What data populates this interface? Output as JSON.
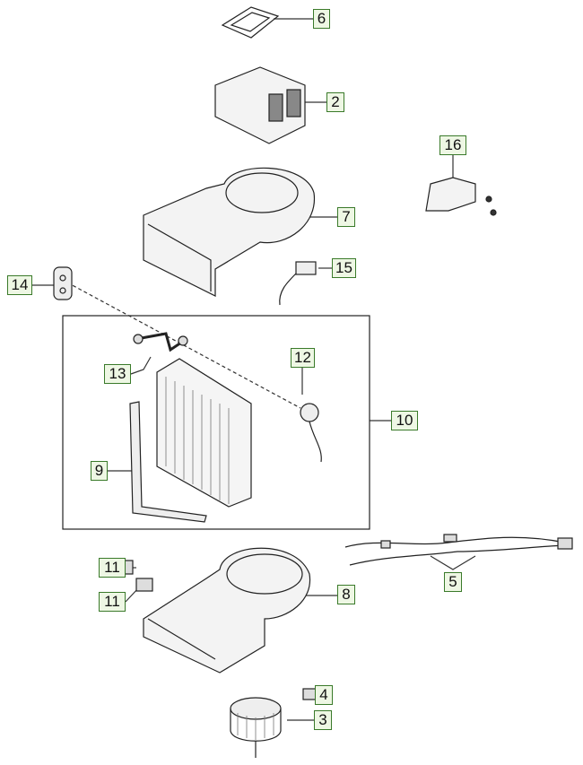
{
  "diagram": {
    "label_border_color": "#3a7a2a",
    "label_fill_color": "#eef7e4",
    "callouts": [
      {
        "id": "6",
        "part": "gasket"
      },
      {
        "id": "2",
        "part": "intake-case"
      },
      {
        "id": "16",
        "part": "bracket-with-screws"
      },
      {
        "id": "7",
        "part": "upper-blower-case"
      },
      {
        "id": "15",
        "part": "sensor"
      },
      {
        "id": "14",
        "part": "grommet"
      },
      {
        "id": "12",
        "part": "thermo-sensor"
      },
      {
        "id": "13",
        "part": "expansion-valve-pipe"
      },
      {
        "id": "10",
        "part": "evaporator-assembly"
      },
      {
        "id": "9",
        "part": "seal"
      },
      {
        "id": "11",
        "part": "relay-a"
      },
      {
        "id": "11",
        "part": "relay-b"
      },
      {
        "id": "8",
        "part": "lower-blower-case"
      },
      {
        "id": "5",
        "part": "wiring-harness"
      },
      {
        "id": "4",
        "part": "resistor"
      },
      {
        "id": "3",
        "part": "blower-motor"
      }
    ]
  }
}
